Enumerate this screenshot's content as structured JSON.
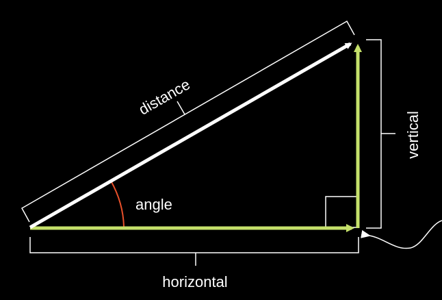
{
  "labels": {
    "distance": "distance",
    "vertical": "vertical",
    "angle": "angle",
    "horizontal": "horizontal"
  },
  "colors": {
    "background": "#000000",
    "hypotenuse": "#ffffff",
    "legs": "#c5e06a",
    "angle_arc": "#e8502a",
    "brackets": "#ffffff",
    "right_angle_marker": "#ffffff",
    "pointer_curve": "#ffffff"
  }
}
